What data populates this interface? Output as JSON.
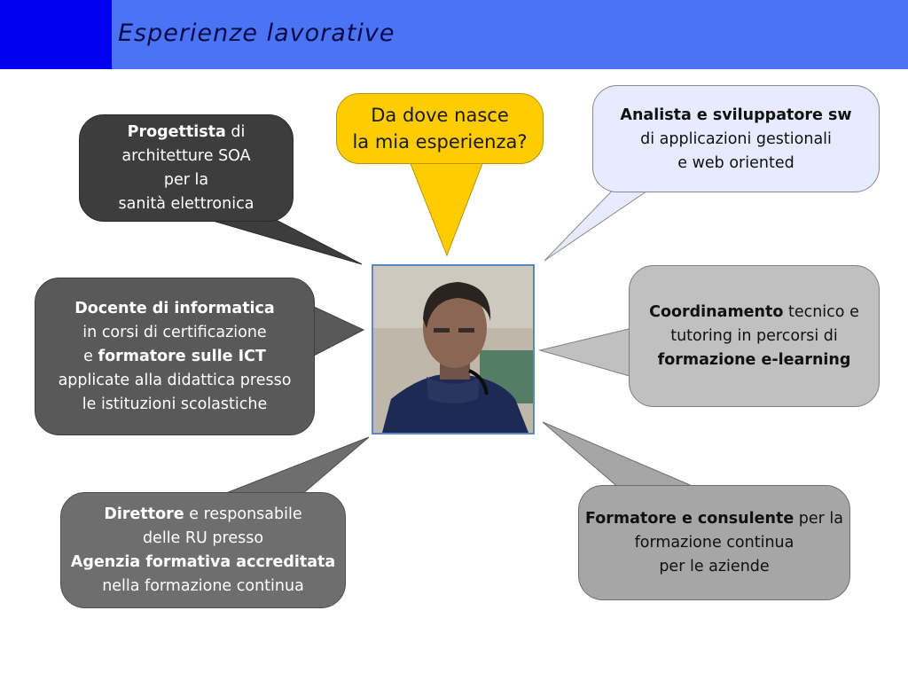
{
  "header": {
    "title": "Esperienze lavorative"
  },
  "center_question": {
    "line1": "Da dove nasce",
    "line2": "la mia esperienza?"
  },
  "photo": {
    "alt": "avatar"
  },
  "bubbles": {
    "progettista": {
      "bold1": "Progettista",
      "rest1": " di",
      "line2": "architetture SOA",
      "line3": "per la",
      "line4": "sanità elettronica"
    },
    "docente": {
      "bold1": "Docente di informatica",
      "line2": "in corsi di certificazione",
      "pre3": "e ",
      "bold3": "formatore sulle ICT",
      "line4": "applicate alla didattica presso",
      "line5": "le istituzioni scolastiche"
    },
    "direttore": {
      "bold1": "Direttore",
      "rest1": " e responsabile",
      "line2": "delle RU presso",
      "bold3": "Agenzia formativa accreditata",
      "line4": "nella formazione continua"
    },
    "analista": {
      "bold1": "Analista e sviluppatore sw",
      "line2": "di applicazioni gestionali",
      "line3": "e web oriented"
    },
    "coordinamento": {
      "bold1": "Coordinamento",
      "rest1": " tecnico e",
      "line2": "tutoring in percorsi di",
      "bold3": "formazione e-learning"
    },
    "formatore": {
      "bold1": "Formatore e consulente",
      "rest1": " per la",
      "line2": "formazione continua",
      "line3": "per le aziende"
    }
  },
  "colors": {
    "header_bar": "#4a74f4",
    "header_square": "#0000f0",
    "question_bubble": "#ffcc00",
    "analista_bubble": "#e8eaff"
  }
}
